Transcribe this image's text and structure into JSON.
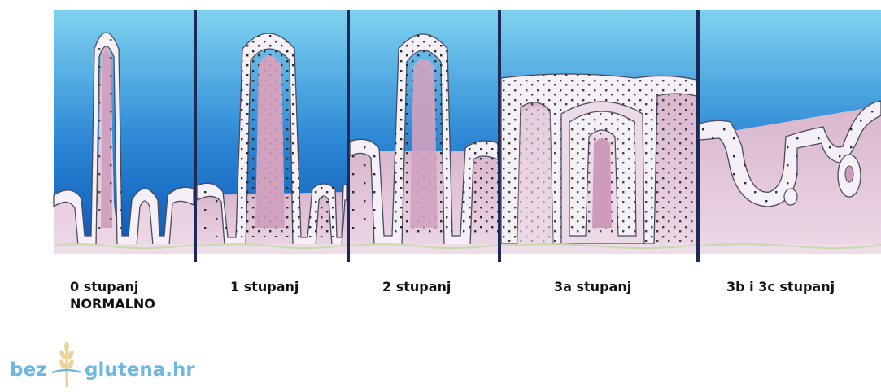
{
  "stages": [
    {
      "line1": "0 stupanj",
      "line2": "NORMALNO"
    },
    {
      "line1": "1 stupanj",
      "line2": ""
    },
    {
      "line1": "2 stupanj",
      "line2": ""
    },
    {
      "line1": "3a stupanj",
      "line2": ""
    },
    {
      "line1": "3b i 3c stupanj",
      "line2": ""
    }
  ],
  "logo": {
    "left": "bez",
    "right": "glutena.hr"
  },
  "colors": {
    "sky_top": "#7fd3f0",
    "sky_bottom": "#0c5fbd",
    "tissue": "#e2c2d6",
    "villus_core": "#cf9bbd",
    "epithelium": "#f4f0f6",
    "divider": "#1d2a55",
    "logo": "#6fb7e3"
  }
}
